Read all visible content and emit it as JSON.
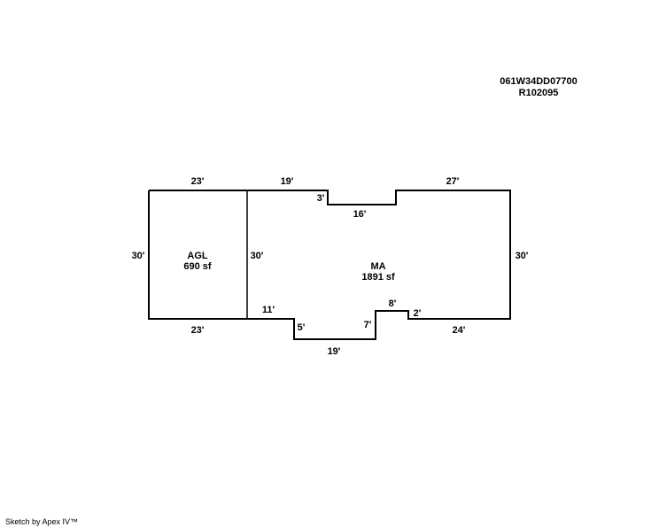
{
  "header": {
    "parcel_id": "061W34DD07700",
    "account": "R102095"
  },
  "areas": {
    "agl": {
      "name": "AGL",
      "area": "690 sf"
    },
    "ma": {
      "name": "MA",
      "area": "1891 sf"
    }
  },
  "dimensions": {
    "agl_top": "23'",
    "agl_bottom": "23'",
    "agl_left": "30'",
    "shared_wall": "30'",
    "ma_top_left": "19'",
    "notch_depth": "3'",
    "notch_width": "16'",
    "ma_top_right": "27'",
    "ma_right": "30'",
    "ma_bottom_left": "11'",
    "bump_left": "5'",
    "bump_bottom": "19'",
    "bump_right": "7'",
    "step_top": "8'",
    "step_drop": "2'",
    "ma_bottom_right": "24'"
  },
  "footer": {
    "credit": "Sketch by Apex IV™"
  }
}
